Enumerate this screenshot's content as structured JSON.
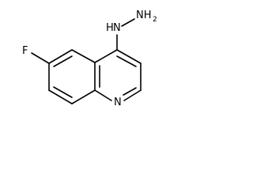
{
  "molecule": {
    "atoms": {
      "fluorine": "F",
      "ring_nitrogen": "N",
      "hydrazine_nh": "H",
      "hydrazine_nh_n": "N",
      "hydrazine_nh2": "NH",
      "hydrazine_nh2_sub": "2"
    },
    "colors": {
      "bond": "#000000",
      "label": "#000000",
      "background": "#ffffff"
    }
  }
}
